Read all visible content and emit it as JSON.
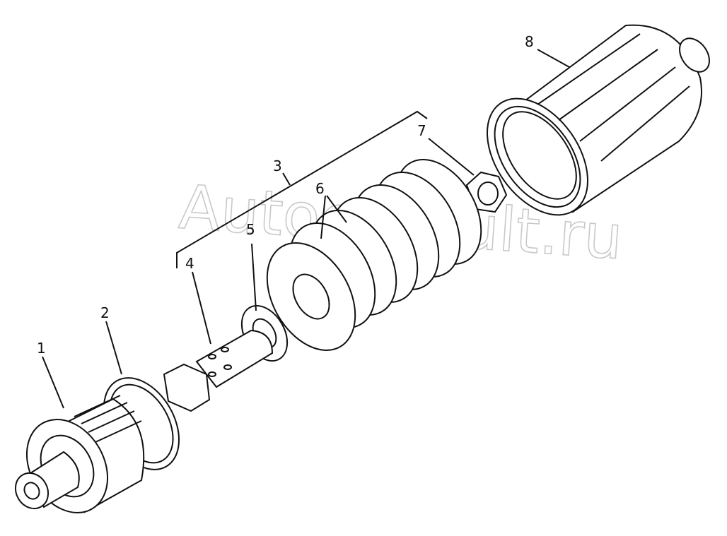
{
  "watermark": "Autoconsult.ru",
  "callouts": {
    "c1": "1",
    "c2": "2",
    "c3": "3",
    "c4": "4",
    "c5": "5",
    "c6": "6",
    "c7": "7",
    "c8": "8"
  }
}
